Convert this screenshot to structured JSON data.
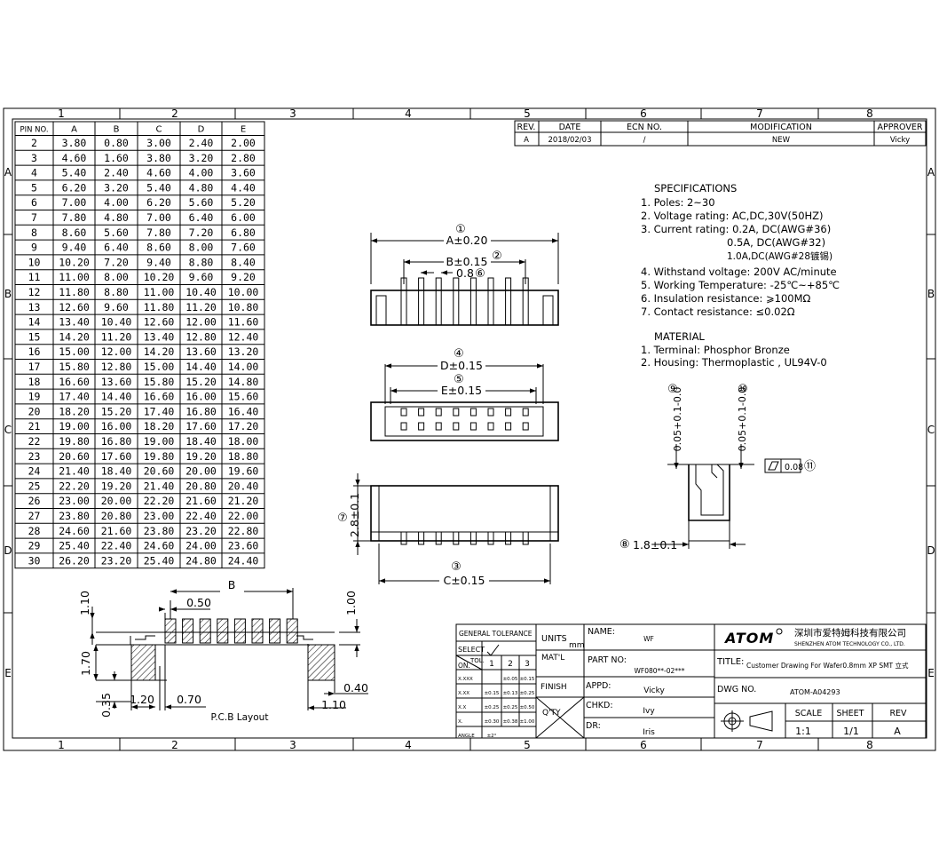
{
  "border": {
    "col_numbers": [
      "1",
      "2",
      "3",
      "4",
      "5",
      "6",
      "7",
      "8"
    ],
    "row_letters": [
      "A",
      "B",
      "C",
      "D",
      "E"
    ]
  },
  "pin_table": {
    "headers": [
      "PIN NO.",
      "A",
      "B",
      "C",
      "D",
      "E"
    ],
    "rows": [
      [
        "2",
        "3.80",
        "0.80",
        "3.00",
        "2.40",
        "2.00"
      ],
      [
        "3",
        "4.60",
        "1.60",
        "3.80",
        "3.20",
        "2.80"
      ],
      [
        "4",
        "5.40",
        "2.40",
        "4.60",
        "4.00",
        "3.60"
      ],
      [
        "5",
        "6.20",
        "3.20",
        "5.40",
        "4.80",
        "4.40"
      ],
      [
        "6",
        "7.00",
        "4.00",
        "6.20",
        "5.60",
        "5.20"
      ],
      [
        "7",
        "7.80",
        "4.80",
        "7.00",
        "6.40",
        "6.00"
      ],
      [
        "8",
        "8.60",
        "5.60",
        "7.80",
        "7.20",
        "6.80"
      ],
      [
        "9",
        "9.40",
        "6.40",
        "8.60",
        "8.00",
        "7.60"
      ],
      [
        "10",
        "10.20",
        "7.20",
        "9.40",
        "8.80",
        "8.40"
      ],
      [
        "11",
        "11.00",
        "8.00",
        "10.20",
        "9.60",
        "9.20"
      ],
      [
        "12",
        "11.80",
        "8.80",
        "11.00",
        "10.40",
        "10.00"
      ],
      [
        "13",
        "12.60",
        "9.60",
        "11.80",
        "11.20",
        "10.80"
      ],
      [
        "14",
        "13.40",
        "10.40",
        "12.60",
        "12.00",
        "11.60"
      ],
      [
        "15",
        "14.20",
        "11.20",
        "13.40",
        "12.80",
        "12.40"
      ],
      [
        "16",
        "15.00",
        "12.00",
        "14.20",
        "13.60",
        "13.20"
      ],
      [
        "17",
        "15.80",
        "12.80",
        "15.00",
        "14.40",
        "14.00"
      ],
      [
        "18",
        "16.60",
        "13.60",
        "15.80",
        "15.20",
        "14.80"
      ],
      [
        "19",
        "17.40",
        "14.40",
        "16.60",
        "16.00",
        "15.60"
      ],
      [
        "20",
        "18.20",
        "15.20",
        "17.40",
        "16.80",
        "16.40"
      ],
      [
        "21",
        "19.00",
        "16.00",
        "18.20",
        "17.60",
        "17.20"
      ],
      [
        "22",
        "19.80",
        "16.80",
        "19.00",
        "18.40",
        "18.00"
      ],
      [
        "23",
        "20.60",
        "17.60",
        "19.80",
        "19.20",
        "18.80"
      ],
      [
        "24",
        "21.40",
        "18.40",
        "20.60",
        "20.00",
        "19.60"
      ],
      [
        "25",
        "22.20",
        "19.20",
        "21.40",
        "20.80",
        "20.40"
      ],
      [
        "26",
        "23.00",
        "20.00",
        "22.20",
        "21.60",
        "21.20"
      ],
      [
        "27",
        "23.80",
        "20.80",
        "23.00",
        "22.40",
        "22.00"
      ],
      [
        "28",
        "24.60",
        "21.60",
        "23.80",
        "23.20",
        "22.80"
      ],
      [
        "29",
        "25.40",
        "22.40",
        "24.60",
        "24.00",
        "23.60"
      ],
      [
        "30",
        "26.20",
        "23.20",
        "25.40",
        "24.80",
        "24.40"
      ]
    ]
  },
  "revision_table": {
    "headers": [
      "REV.",
      "DATE",
      "ECN NO.",
      "MODIFICATION",
      "APPROVER"
    ],
    "row": [
      "A",
      "2018/02/03",
      "/",
      "NEW",
      "Vicky"
    ]
  },
  "specifications": {
    "title": "SPECIFICATIONS",
    "lines": [
      "1. Poles: 2~30",
      "2. Voltage rating: AC,DC,30V(50HZ)",
      "3. Current rating: 0.2A, DC(AWG#36)",
      "0.5A, DC(AWG#32)",
      "1.0A,DC(AWG#28镀锡)",
      "4. Withstand voltage: 200V AC/minute",
      "5. Working Temperature: -25℃~+85℃",
      "6. Insulation resistance: ⩾100MΩ",
      "7. Contact resistance: ≤0.02Ω"
    ]
  },
  "material": {
    "title": "MATERIAL",
    "lines": [
      "1. Terminal: Phosphor Bronze",
      "2. Housing: Thermoplastic , UL94V-0"
    ]
  },
  "dimensions": {
    "A": "A±0.20",
    "A_num": "①",
    "B": "B±0.15",
    "B_num": "②",
    "pitch": "0.8",
    "pitch_num": "⑥",
    "D": "D±0.15",
    "D_num": "④",
    "E": "E±0.15",
    "E_num": "⑤",
    "height": "2.8±0.1",
    "height_num": "⑦",
    "C": "C±0.15",
    "C_num": "③",
    "depth": "1.8±0.1",
    "depth_num": "⑧",
    "tol9_num": "⑨",
    "tol9": "0.05+0.1-0.0",
    "tol10_num": "⑩",
    "tol10": "0.05+0.1-0.0",
    "flat": "0.08",
    "flat_num": "⑪"
  },
  "pcb": {
    "title": "P.C.B Layout",
    "B": "B",
    "d050": "0.50",
    "d110_top": "1.10",
    "d100": "1.00",
    "d170": "1.70",
    "d035": "0.35",
    "d120": "1.20",
    "d070": "0.70",
    "d040": "0.40",
    "d110_bot": "1.10"
  },
  "tolerance": {
    "title": "GENERAL TOLERANCE",
    "units_label": "UNITS",
    "units_value": "mm",
    "select": "SELECT",
    "tol": "TOL.",
    "on": "ON.",
    "cols": [
      "1",
      "2",
      "3"
    ],
    "rows": [
      [
        "X.XXX",
        "",
        "±0.05",
        "±0.15"
      ],
      [
        "X.XX",
        "±0.15",
        "±0.13",
        "±0.25"
      ],
      [
        "X.X",
        "±0.25",
        "±0.25",
        "±0.50"
      ],
      [
        "X.",
        "±0.30",
        "±0.38",
        "±1.00"
      ],
      [
        "ANGLE",
        "±2°",
        "",
        ""
      ]
    ]
  },
  "titleblock": {
    "matl": "MAT'L",
    "finish": "FINISH",
    "qty": "Q'TY",
    "name_label": "NAME:",
    "name_value": "WF",
    "part_label": "PART NO:",
    "part_value": "WF080**-02***",
    "appd_label": "APPD:",
    "appd_value": "Vicky",
    "chkd_label": "CHKD:",
    "chkd_value": "Ivy",
    "dr_label": "DR:",
    "dr_value": "Iris",
    "logo": "ATOM",
    "company_cn": "深圳市爱特姆科技有限公司",
    "company_en": "SHENZHEN ATOM TECHNOLOGY CO., LTD.",
    "title_label": "TITLE:",
    "title_value": "Customer Drawing For Wafer0.8mm XP SMT 立式",
    "dwg_label": "DWG NO.",
    "dwg_value": "ATOM-A04293",
    "scale_label": "SCALE",
    "scale_value": "1:1",
    "sheet_label": "SHEET",
    "sheet_value": "1/1",
    "rev_label": "REV",
    "rev_value": "A"
  }
}
